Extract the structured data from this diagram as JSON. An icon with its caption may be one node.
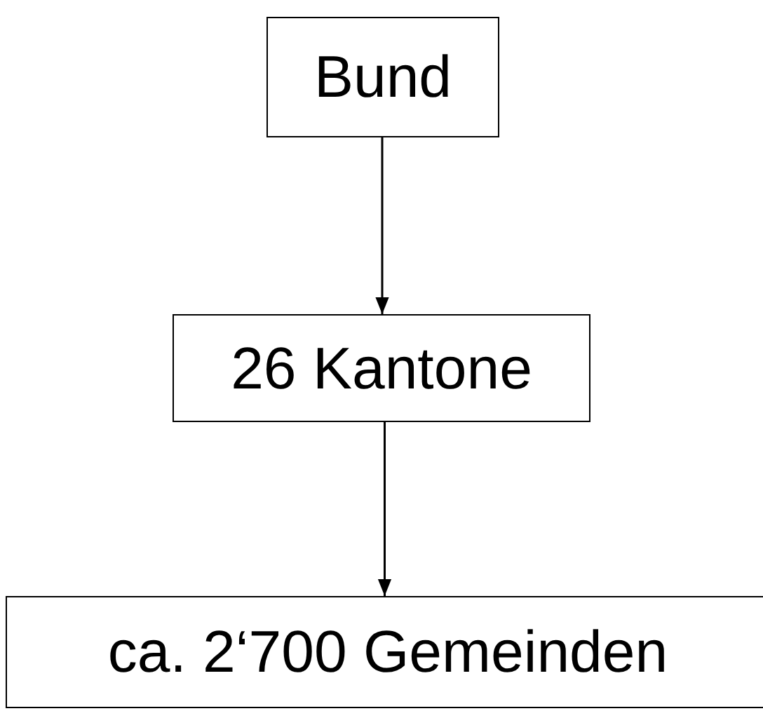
{
  "diagram": {
    "nodes": [
      {
        "text": [
          "Bund"
        ]
      },
      {
        "text": [
          "26 Kantone"
        ]
      },
      {
        "text": [
          "ca. 2‘700 Gemeinden"
        ]
      }
    ],
    "edges": [
      {
        "from": 0,
        "to": 1,
        "arrow": "to"
      },
      {
        "from": 1,
        "to": 2,
        "arrow": "to"
      }
    ]
  }
}
